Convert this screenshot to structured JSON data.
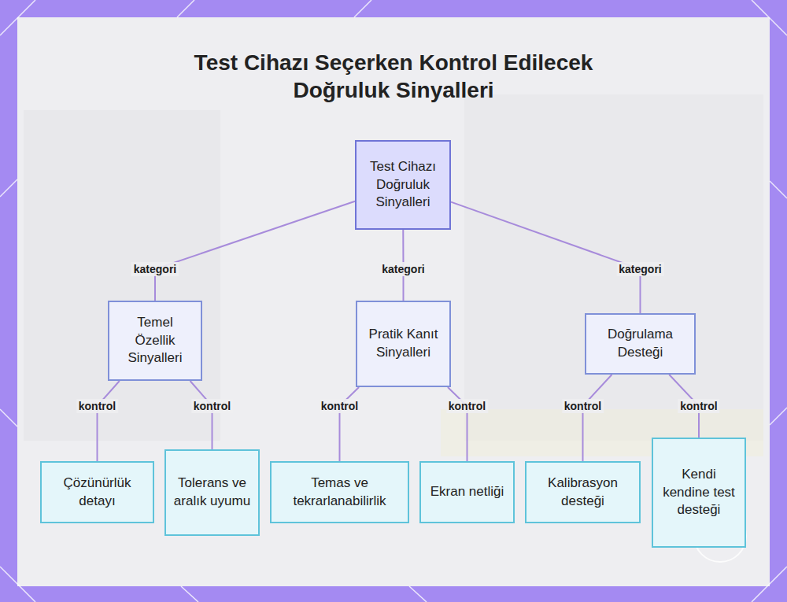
{
  "diagram": {
    "title": "Test Cihazı Seçerken Kontrol Edilecek Doğruluk Sinyalleri",
    "nodes": [
      {
        "text": [
          "Test Cihazı Doğruluk Sinyalleri"
        ]
      },
      {
        "text": [
          "Temel Özellik Sinyalleri"
        ]
      },
      {
        "text": [
          "Pratik Kanıt Sinyalleri"
        ]
      },
      {
        "text": [
          "Doğrulama Desteği"
        ]
      },
      {
        "text": [
          "Çözünürlük detayı"
        ]
      },
      {
        "text": [
          "Tolerans ve aralık uyumu"
        ]
      },
      {
        "text": [
          "Temas ve tekrarlanabilirlik"
        ]
      },
      {
        "text": [
          "Ekran netliği"
        ]
      },
      {
        "text": [
          "Kalibrasyon desteği"
        ]
      },
      {
        "text": [
          "Kendi kendine test desteği"
        ]
      }
    ],
    "edges": [
      {
        "from": 0,
        "to": 1,
        "label": "kategori",
        "arrow": "none"
      },
      {
        "from": 0,
        "to": 2,
        "label": "kategori",
        "arrow": "none"
      },
      {
        "from": 0,
        "to": 3,
        "label": "kategori",
        "arrow": "none"
      },
      {
        "from": 1,
        "to": 4,
        "label": "kontrol",
        "arrow": "none"
      },
      {
        "from": 1,
        "to": 5,
        "label": "kontrol",
        "arrow": "none"
      },
      {
        "from": 2,
        "to": 6,
        "label": "kontrol",
        "arrow": "none"
      },
      {
        "from": 2,
        "to": 7,
        "label": "kontrol",
        "arrow": "none"
      },
      {
        "from": 3,
        "to": 8,
        "label": "kontrol",
        "arrow": "none"
      },
      {
        "from": 3,
        "to": 9,
        "label": "kontrol",
        "arrow": "none"
      }
    ]
  }
}
